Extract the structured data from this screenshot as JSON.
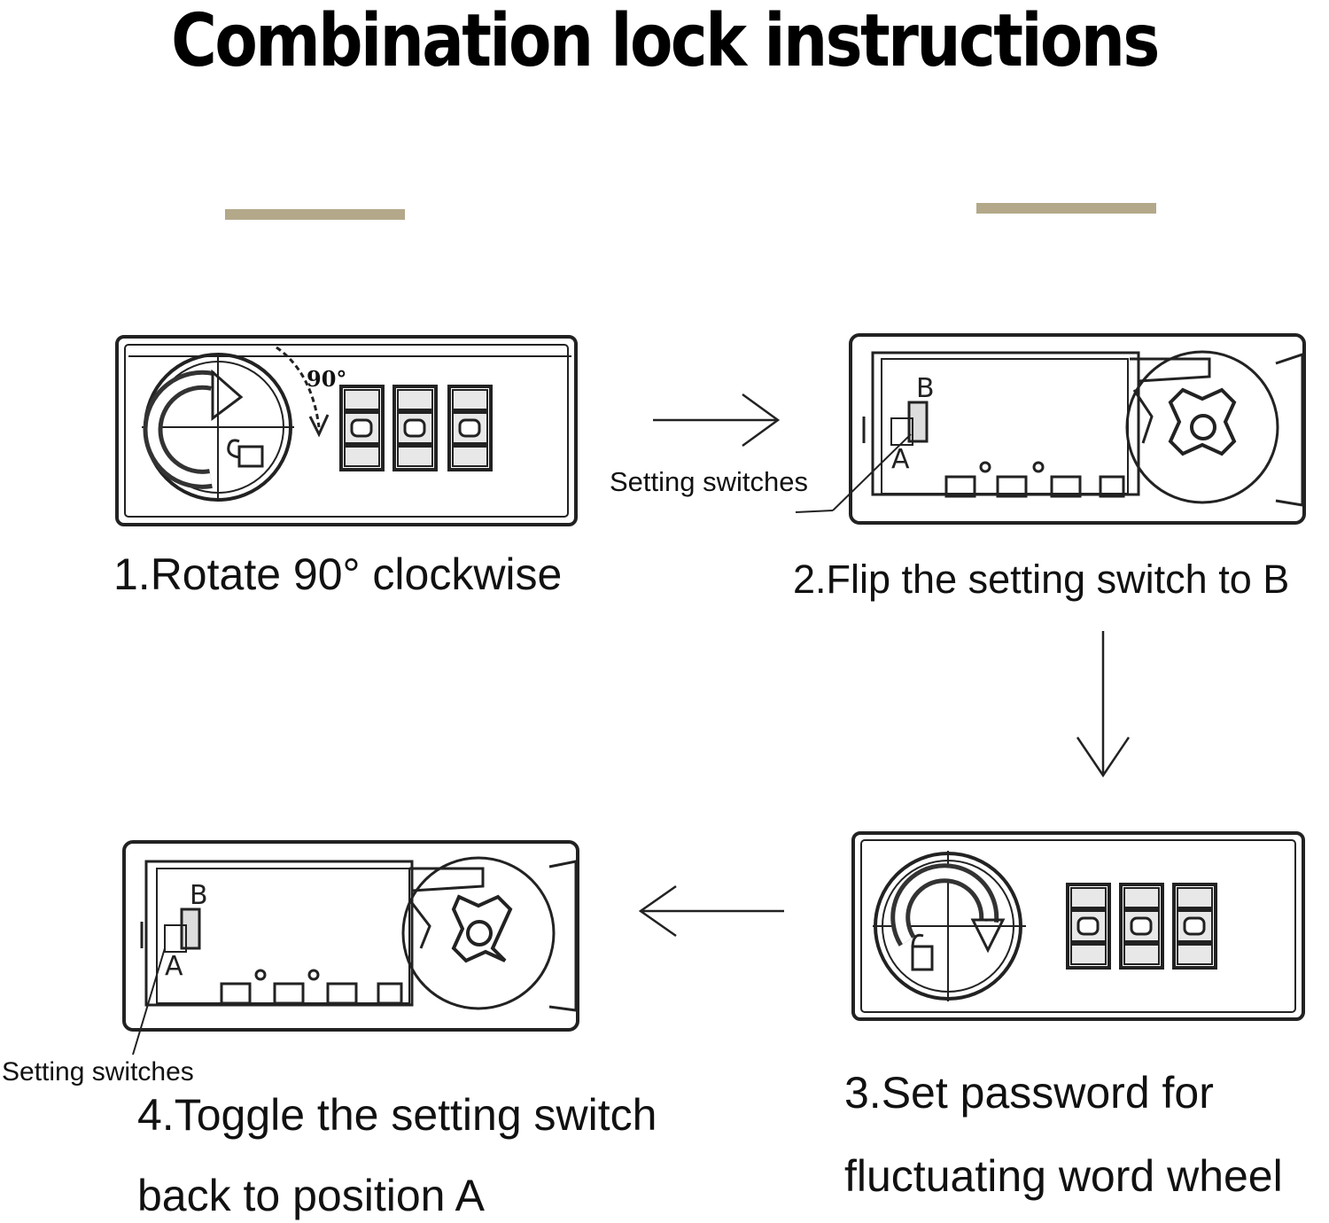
{
  "title": "Combination lock instructions",
  "steps": {
    "step1": "1.Rotate 90° clockwise",
    "step2": "2.Flip the setting switch to B",
    "step3_line1": "3.Set password for",
    "step3_line2": "fluctuating word wheel",
    "step4_line1": "4.Toggle the setting switch",
    "step4_line2": "back to position A"
  },
  "labels": {
    "setting_switches": "Setting switches",
    "angle": "90°",
    "switch_b": "B",
    "switch_a": "A",
    "wheel_digit": "0"
  },
  "colors": {
    "accent_bar": "#b3a98a",
    "line": "#222222"
  }
}
